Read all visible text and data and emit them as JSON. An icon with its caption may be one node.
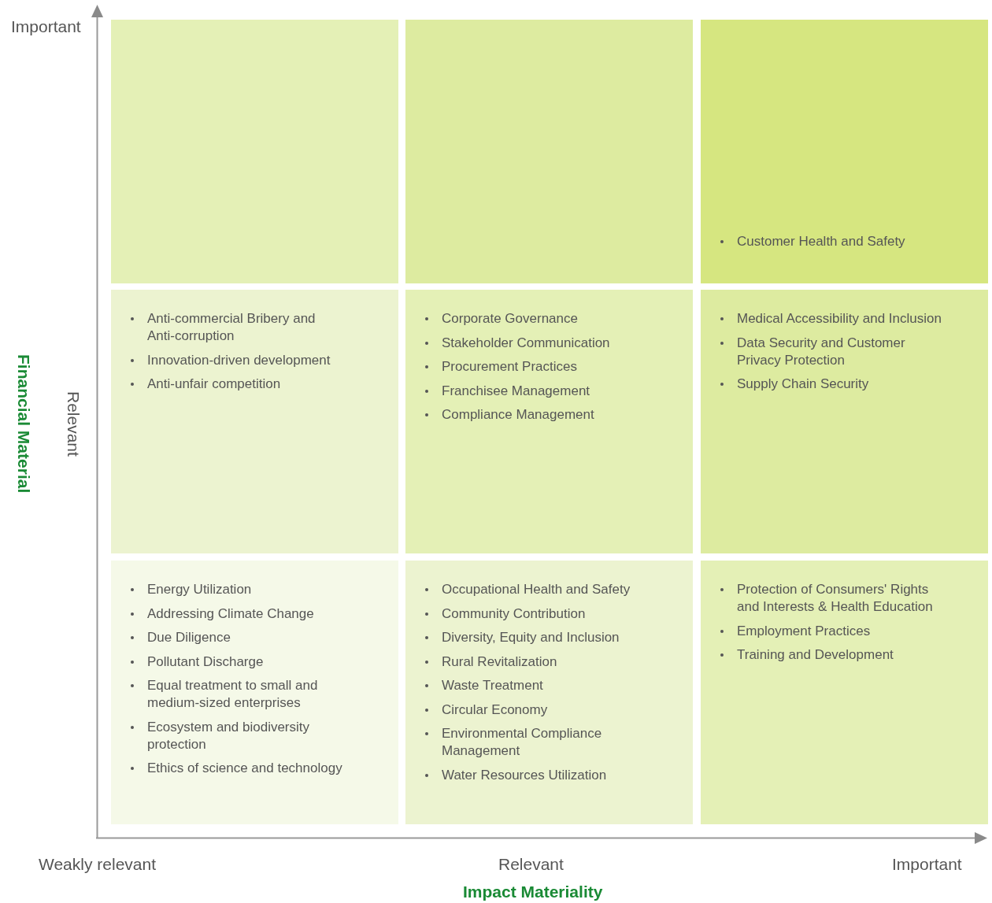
{
  "diagram": {
    "nodes": [
      {
        "text": [],
        "shape": "box"
      },
      {
        "text": [],
        "shape": "box"
      },
      {
        "text": [
          "Customer Health and Safety"
        ]
      },
      {
        "text": [
          "Anti-commercial Bribery and Anti-corruption",
          "Innovation-driven development",
          "Anti-unfair competition"
        ]
      },
      {
        "text": [
          "Corporate Governance",
          "Stakeholder Communication",
          "Procurement Practices",
          "Franchisee Management",
          "Compliance Management"
        ]
      },
      {
        "text": [
          "Medical Accessibility and Inclusion",
          "Data Security and Customer Privacy Protection",
          "Supply Chain Security"
        ]
      },
      {
        "text": [
          "Energy Utilization",
          "Addressing Climate Change",
          "Due Diligence",
          "Pollutant Discharge",
          "Equal treatment to small and medium-sized enterprises",
          "Ecosystem and biodiversity protection",
          "Ethics of science and technology"
        ]
      },
      {
        "text": [
          "Occupational Health and Safety",
          "Community Contribution",
          "Diversity, Equity and Inclusion",
          "Rural Revitalization",
          "Waste Treatment",
          "Circular Economy",
          "Environmental Compliance Management",
          "Water Resources Utilization"
        ]
      },
      {
        "text": [
          "Protection of Consumers' Rights and Interests & Health Education",
          "Employment Practices",
          "Training and Development"
        ]
      }
    ],
    "labels": [
      "Important",
      "Financial Material",
      "Relevant",
      "Weakly relevant",
      "Relevant",
      "Important",
      "Impact Materiality"
    ]
  }
}
